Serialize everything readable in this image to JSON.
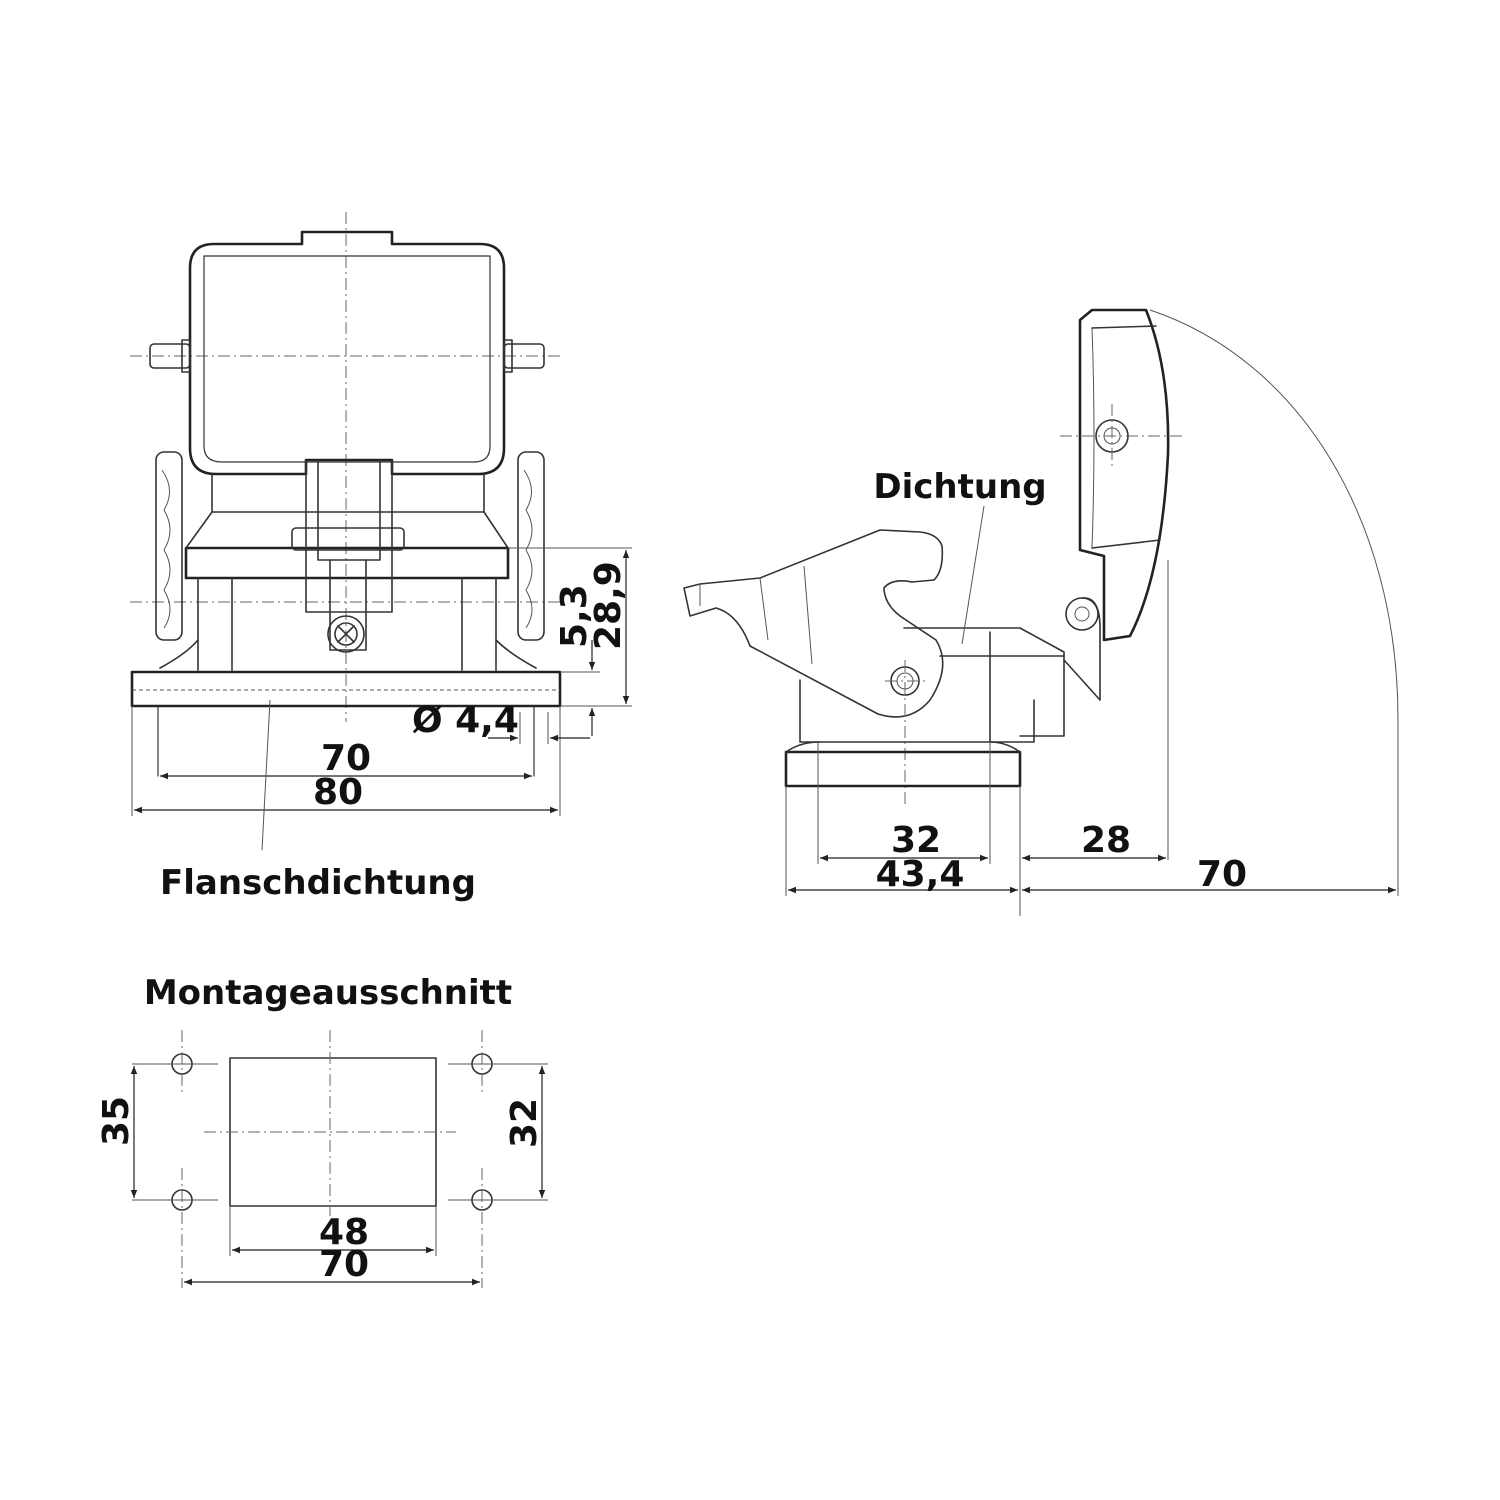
{
  "labels": {
    "dichtung": "Dichtung",
    "flanschdichtung": "Flanschdichtung",
    "montageausschnitt": "Montageausschnitt"
  },
  "front_view": {
    "dim_width_inner": "70",
    "dim_width_outer": "80",
    "dim_hole": "Ø 4,4",
    "dim_flange_height": "5,3",
    "dim_total_height": "28,9"
  },
  "side_view": {
    "dim_base_inner": "32",
    "dim_base_outer": "43,4",
    "dim_hinge_offset": "28",
    "dim_swing_radius": "70"
  },
  "cutout": {
    "dim_cut_width": "48",
    "dim_hole_spacing_x": "70",
    "dim_hole_spacing_y": "35",
    "dim_cut_height": "32"
  }
}
